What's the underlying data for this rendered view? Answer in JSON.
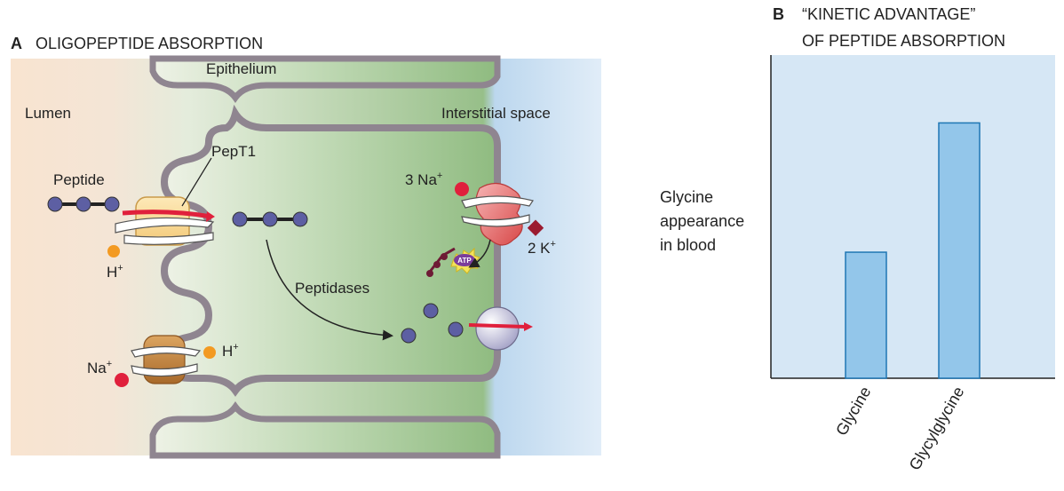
{
  "panel_a": {
    "letter": "A",
    "title": "OLIGOPEPTIDE ABSORPTION",
    "labels": {
      "epithelium": "Epithelium",
      "lumen": "Lumen",
      "interstitial": "Interstitial space",
      "pept1": "PepT1",
      "peptide": "Peptide",
      "h_plus": "H",
      "h_plus_sup": "+",
      "h_plus_2": "H",
      "h_plus_2_sup": "+",
      "na_plus": "Na",
      "na_plus_sup": "+",
      "three_na": "3 Na",
      "three_na_sup": "+",
      "two_k": "2 K",
      "two_k_sup": "+",
      "atp": "ATP",
      "peptidases": "Peptidases"
    }
  },
  "panel_b": {
    "letter": "B",
    "title_line1": "“KINETIC ADVANTAGE”",
    "title_line2": "OF PEPTIDE ABSORPTION",
    "y_label_lines": [
      "Glycine",
      "appearance",
      "in blood"
    ]
  },
  "chart_data": {
    "type": "bar",
    "title": "“KINETIC ADVANTAGE” OF PEPTIDE ABSORPTION",
    "categories": [
      "Glycine",
      "Glycylglycine"
    ],
    "values": [
      0.39,
      0.79
    ],
    "ylabel": "Glycine appearance in blood",
    "xlabel": "",
    "ylim": [
      0,
      1
    ],
    "grid": false
  },
  "colors": {
    "lumen_bg": "#f6e2cf",
    "cell_green": "#93bf86",
    "interstitial_blue": "#cfe3f3",
    "membrane": "#8f8590",
    "bar_fill": "#93c6ea",
    "bar_stroke": "#1f77b4",
    "chart_bg": "#d6e7f5",
    "red": "#e0203c",
    "orange": "#f39a22"
  }
}
